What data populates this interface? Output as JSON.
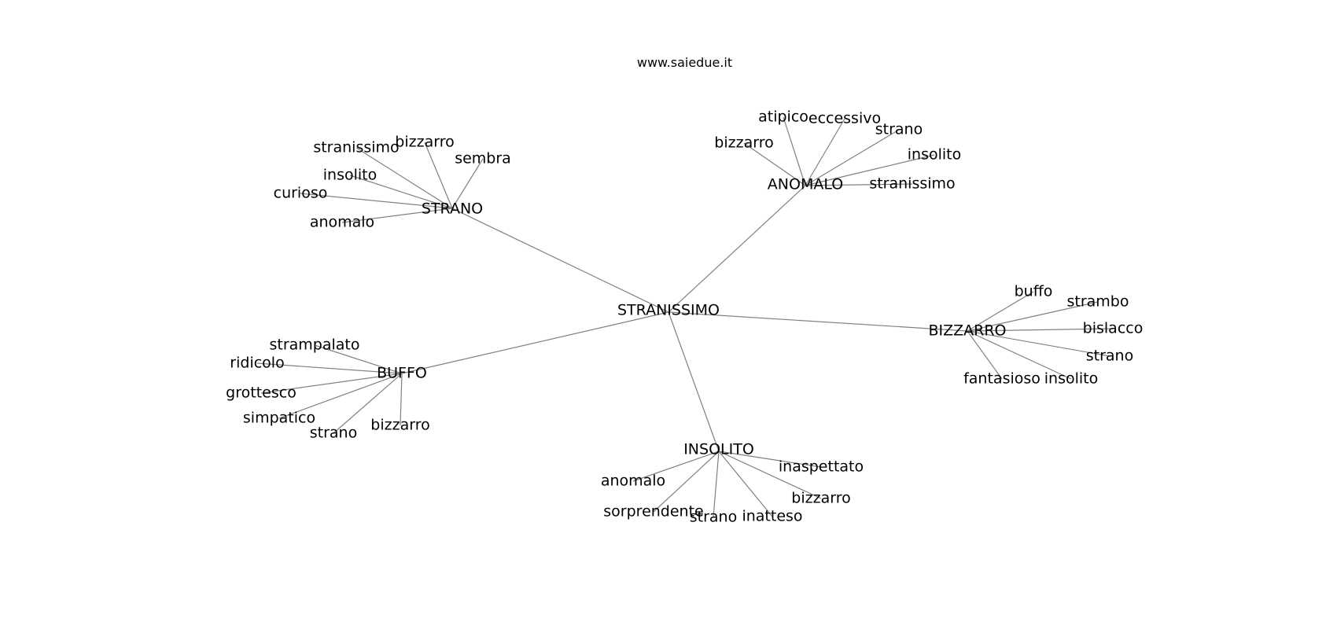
{
  "site_label": "www.saiedue.it",
  "center": {
    "label": "STRANISSIMO"
  },
  "groups": [
    {
      "id": "strano",
      "label": "STRANO",
      "words": [
        "stranissimo",
        "bizzarro",
        "sembra",
        "insolito",
        "curioso",
        "anomalo"
      ]
    },
    {
      "id": "anomalo",
      "label": "ANOMALO",
      "words": [
        "atipico",
        "eccessivo",
        "strano",
        "bizzarro",
        "insolito",
        "stranissimo"
      ]
    },
    {
      "id": "bizzarro",
      "label": "BIZZARRO",
      "words": [
        "buffo",
        "strambo",
        "bislacco",
        "strano",
        "fantasioso",
        "insolito"
      ]
    },
    {
      "id": "insolito",
      "label": "INSOLITO",
      "words": [
        "inaspettato",
        "anomalo",
        "bizzarro",
        "sorprendente",
        "strano",
        "inatteso"
      ]
    },
    {
      "id": "buffo",
      "label": "BUFFO",
      "words": [
        "strampalato",
        "ridicolo",
        "grottesco",
        "simpatico",
        "strano",
        "bizzarro"
      ]
    }
  ]
}
